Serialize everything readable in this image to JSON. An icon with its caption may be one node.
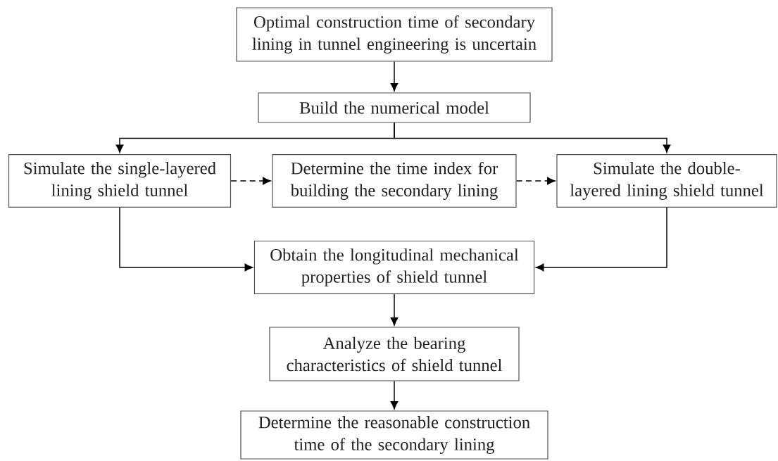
{
  "diagram": {
    "nodes": [
      {
        "text": [
          "Optimal construction time of secondary lining in tunnel engineering is uncertain"
        ]
      },
      {
        "text": [
          "Build the numerical model"
        ]
      },
      {
        "text": [
          "Simulate the single-layered lining shield tunnel"
        ]
      },
      {
        "text": [
          "Determine the time index for building the secondary lining"
        ]
      },
      {
        "text": [
          "Simulate the double-layered lining shield tunnel"
        ]
      },
      {
        "text": [
          "Obtain the longitudinal mechanical properties of shield tunnel"
        ]
      },
      {
        "text": [
          "Analyze the bearing characteristics of shield tunnel"
        ]
      },
      {
        "text": [
          "Determine the reasonable construction time of the secondary lining"
        ]
      }
    ],
    "edges": [
      {
        "from": 0,
        "to": 1,
        "arrow": "to"
      },
      {
        "from": 1,
        "to": 2,
        "arrow": "to"
      },
      {
        "from": 1,
        "to": 4,
        "arrow": "to"
      },
      {
        "from": 2,
        "to": 3,
        "arrow": "to",
        "style": "dashed"
      },
      {
        "from": 3,
        "to": 4,
        "arrow": "to",
        "style": "dashed"
      },
      {
        "from": 2,
        "to": 5,
        "arrow": "to"
      },
      {
        "from": 4,
        "to": 5,
        "arrow": "to"
      },
      {
        "from": 5,
        "to": 6,
        "arrow": "to"
      },
      {
        "from": 6,
        "to": 7,
        "arrow": "to"
      }
    ]
  }
}
